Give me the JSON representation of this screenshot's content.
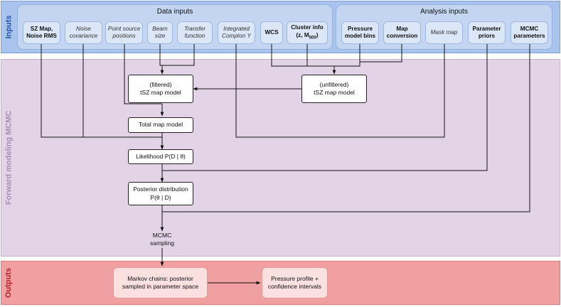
{
  "bands": {
    "inputs": "Inputs",
    "forward": "Forward modeling MCMC",
    "outputs": "Outputs"
  },
  "groups": {
    "data_inputs": "Data inputs",
    "analysis_inputs": "Analysis inputs"
  },
  "inputs": {
    "sz_map": "SZ Map, Noise RMS",
    "noise_cov": "Noise covariance",
    "point_source": "Point source positions",
    "beam": "Beam size",
    "transfer": "Transfer function",
    "compton": "Integrated Compton Y",
    "wcs": "WCS",
    "cluster_info_line1": "Cluster info",
    "cluster_info_line2": "(z, M",
    "cluster_info_sub": "500",
    "cluster_info_close": ")",
    "pressure_bins": "Pressure model bins",
    "map_conv": "Map conversion",
    "mask": "Mask map",
    "priors": "Parameter priors",
    "mcmc_params": "MCMC parameters"
  },
  "nodes": {
    "filtered_line1": "(filtered)",
    "filtered_line2": "tSZ map model",
    "unfiltered_line1": "(unfiltered)",
    "unfiltered_line2": "tSZ map model",
    "total": "Total map model",
    "likelihood": "Likelihood P(D | θ)",
    "posterior_line1": "Posterior distribution",
    "posterior_line2": "P(θ | D)",
    "sampling_line1": "MCMC",
    "sampling_line2": "sampling"
  },
  "outputs": {
    "chains_line1": "Markov chains: posterior",
    "chains_line2": "sampled in parameter space",
    "profile_line1": "Pressure profile +",
    "profile_line2": "confidence intervals"
  },
  "colors": {
    "inputs_band": "#a9c4ec",
    "forward_band": "#e3d3e6",
    "outputs_band": "#f0a0a0",
    "band_title_inputs": "#2455a8",
    "band_title_forward": "#a58fb4",
    "band_title_outputs": "#b8232d"
  }
}
